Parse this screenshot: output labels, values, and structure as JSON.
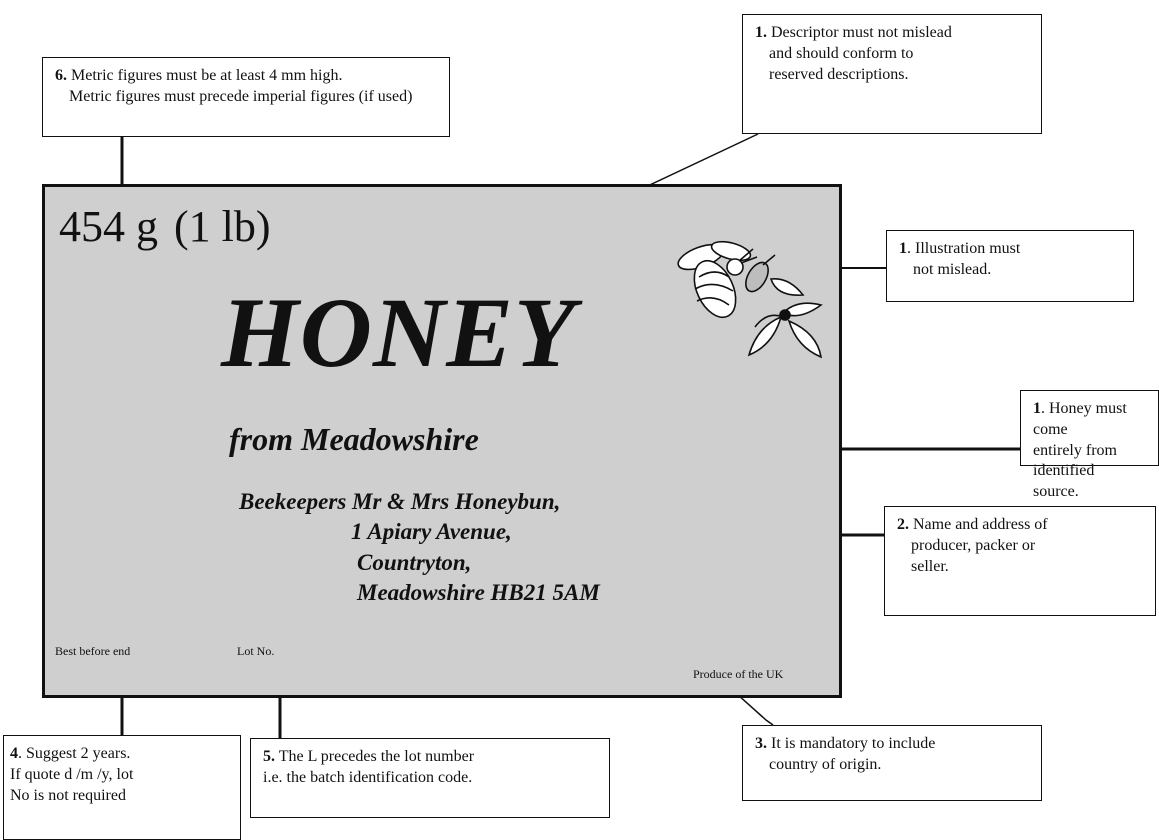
{
  "label": {
    "weight_metric": "454 g",
    "weight_imperial": "(1 lb)",
    "product_name": "HONEY",
    "origin_line": "from Meadowshire",
    "address_lines": [
      "Beekeepers Mr & Mrs Honeybun,",
      "1 Apiary Avenue,",
      "Countryton,",
      "Meadowshire HB21 5AM"
    ],
    "best_before": "Best before end",
    "lot_no": "Lot No.",
    "country": "Produce of the UK",
    "illustration_icon": "bee-flower-icon"
  },
  "annotations": {
    "metric": {
      "num": "6.",
      "lines": [
        "Metric figures must be at least 4 mm high.",
        "Metric figures must precede imperial figures (if used)"
      ]
    },
    "descriptor": {
      "num": "1.",
      "lines": [
        "Descriptor must not mislead",
        "and should conform to",
        "reserved descriptions."
      ]
    },
    "illustration": {
      "num": "1",
      "lines": [
        ". Illustration  must",
        "not mislead."
      ]
    },
    "source": {
      "num": "1",
      "lines": [
        ". Honey  must come",
        "entirely from identified",
        "source."
      ]
    },
    "producer": {
      "num": "2.",
      "lines": [
        " Name and address of",
        "producer, packer or",
        "seller."
      ]
    },
    "best_before": {
      "num": "4",
      "lines": [
        ". Suggest 2 years.",
        "If quote d /m /y, lot",
        "No is not required"
      ]
    },
    "lot": {
      "num": "5.",
      "lines": [
        " The L precedes the lot number",
        "i.e. the batch identification code."
      ]
    },
    "country": {
      "num": "3.",
      "lines": [
        " It is mandatory to include",
        "country of origin."
      ]
    }
  }
}
